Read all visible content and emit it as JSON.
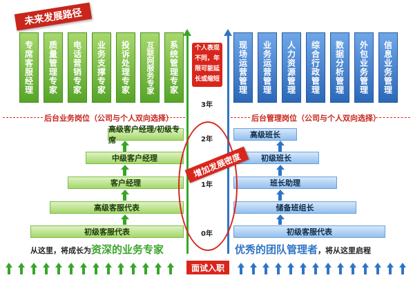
{
  "banner": "未来发展路径",
  "left_experts": [
    "专席客服经理",
    "质量管理专家",
    "电话营销专家",
    "业务支撑专家",
    "投诉处理专家",
    "互联网服务专家",
    "系统管理专家"
  ],
  "right_managers": [
    "现场运营管理",
    "业务运营管理",
    "人力资源管理",
    "综合行政管理",
    "数据分析管理",
    "外包业务管理",
    "信息业务管理"
  ],
  "note": "个人表现不同，年限可能延长或缩短",
  "left_section": "后台业务岗位（公司与个人双向选择）",
  "right_section": "后台管理岗位（公司与个人双向选择）",
  "years": [
    "3年",
    "2年",
    "1年",
    "0年"
  ],
  "left_ladder": [
    "高级客户经理/初级专席",
    "中级客户经理",
    "客户经理",
    "高级客服代表",
    "初级客服代表"
  ],
  "right_ladder": [
    "高级班长",
    "初级班长",
    "班长助理",
    "储备班组长",
    "初级客服代表"
  ],
  "density": "增加发展密度",
  "bottom_left": {
    "prefix": "从这里，将成长为",
    "highlight": "资深的业务专家"
  },
  "bottom_right": {
    "highlight": "优秀的团队管理者",
    "suffix": "，将从这里启程"
  },
  "entry": "面试入职",
  "colors": {
    "green": "#39a52a",
    "blue": "#2f74c6",
    "red": "#d9261c"
  }
}
